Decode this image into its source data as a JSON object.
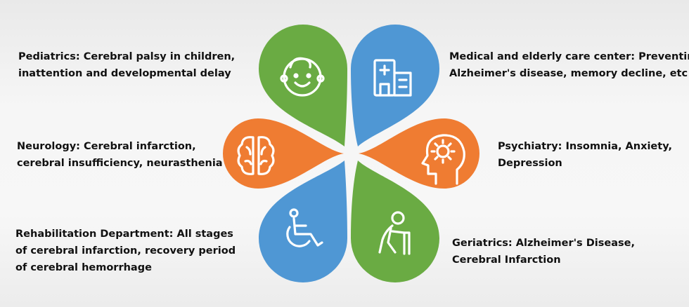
{
  "petals": [
    {
      "id": "pediatrics",
      "color": "#6aab43",
      "icon": "baby-face-icon",
      "lines": [
        "Pediatrics: Cerebral palsy in children,",
        "inattention and developmental delay"
      ]
    },
    {
      "id": "medical-elderly-care",
      "color": "#4f97d4",
      "icon": "hospital-building-icon",
      "lines": [
        "Medical and elderly care center: Preventing",
        "Alzheimer's disease, memory decline, etc"
      ]
    },
    {
      "id": "psychiatry",
      "color": "#ef7c32",
      "icon": "head-virus-icon",
      "lines": [
        "Psychiatry: Insomnia, Anxiety,",
        "Depression"
      ]
    },
    {
      "id": "geriatrics",
      "color": "#6aab43",
      "icon": "elderly-walker-icon",
      "lines": [
        "Geriatrics: Alzheimer's Disease,",
        "Cerebral Infarction"
      ]
    },
    {
      "id": "rehabilitation",
      "color": "#4f97d4",
      "icon": "wheelchair-icon",
      "lines": [
        "Rehabilitation Department: All stages",
        "of cerebral infarction, recovery period",
        "of cerebral hemorrhage"
      ]
    },
    {
      "id": "neurology",
      "color": "#ef7c32",
      "icon": "brain-icon",
      "lines": [
        "Neurology: Cerebral infarction,",
        "cerebral insufficiency, neurasthenia"
      ]
    }
  ]
}
